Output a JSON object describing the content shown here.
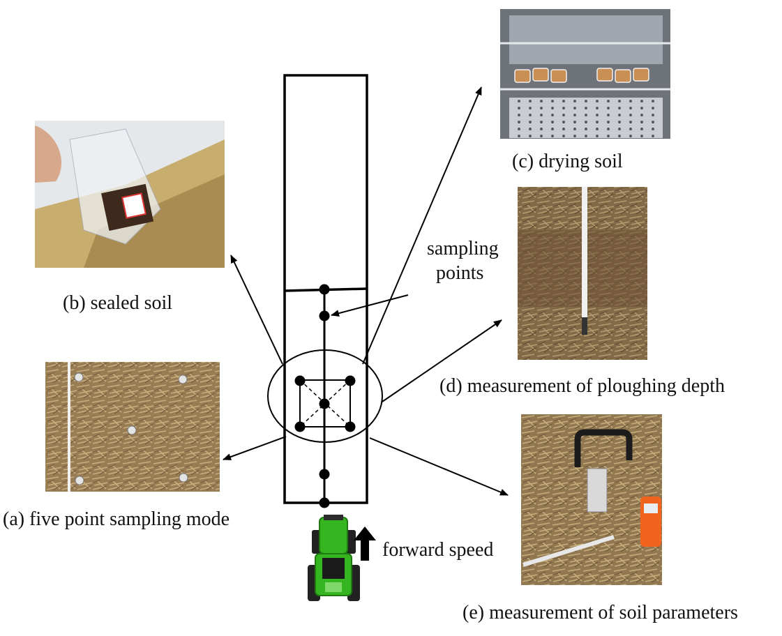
{
  "captions": {
    "five_point": "(a) five point sampling mode",
    "sealed": "(b) sealed soil",
    "drying": "(c) drying soil",
    "ploughing": "(d) measurement of ploughing depth",
    "soil_params": "(e) measurement of soil parameters"
  },
  "labels": {
    "sampling_line1": "sampling",
    "sampling_line2": "points",
    "forward_speed": "forward speed"
  },
  "colors": {
    "line": "#000000",
    "tractor_green": "#35b51f",
    "tractor_dark": "#1f7a12",
    "soil_brown": "#8a6a45",
    "straw": "#b9a06c"
  }
}
